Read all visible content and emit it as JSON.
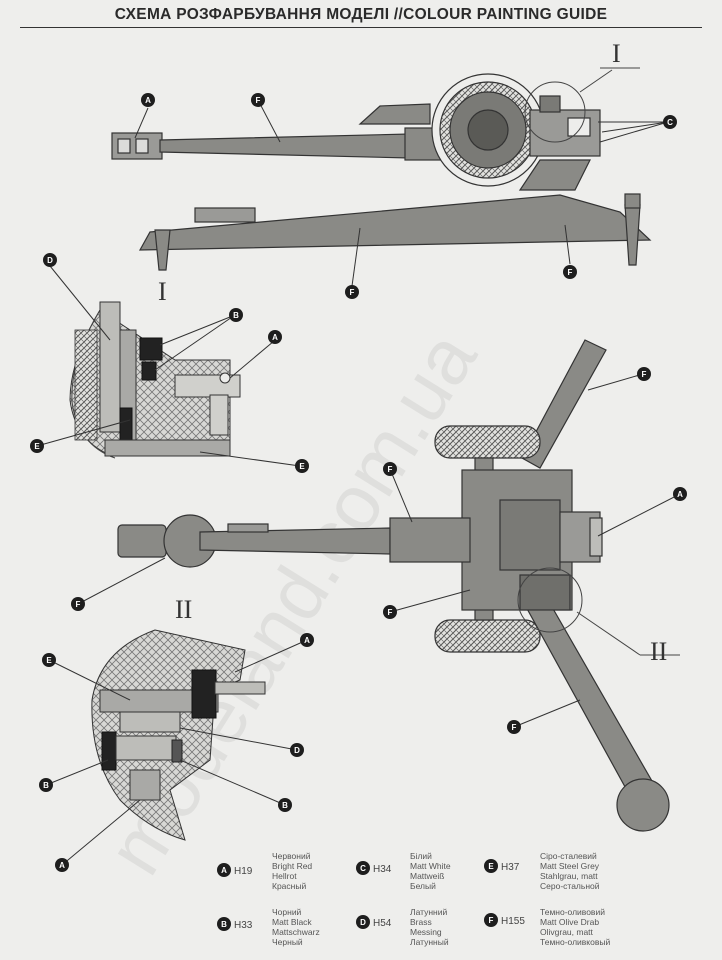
{
  "title": "СХЕМА РОЗФАРБУВАННЯ МОДЕЛІ //COLOUR PAINTING GUIDE",
  "watermark": "modeland.com.ua",
  "detail_labels": {
    "one": "I",
    "two": "II"
  },
  "callout_letters": {
    "a": "A",
    "b": "B",
    "c": "C",
    "d": "D",
    "e": "E",
    "f": "F"
  },
  "legend": [
    {
      "letter": "A",
      "code": "H19",
      "names": [
        "Червоний",
        "Bright Red",
        "Hellrot",
        "Красный"
      ]
    },
    {
      "letter": "B",
      "code": "H33",
      "names": [
        "Чорний",
        "Matt Black",
        "Mattschwarz",
        "Черный"
      ]
    },
    {
      "letter": "C",
      "code": "H34",
      "names": [
        "Білий",
        "Matt White",
        "Mattweiß",
        "Белый"
      ]
    },
    {
      "letter": "D",
      "code": "H54",
      "names": [
        "Латунний",
        "Brass",
        "Messing",
        "Латунный"
      ]
    },
    {
      "letter": "E",
      "code": "H37",
      "names": [
        "Сіро-сталевий",
        "Matt Steel Grey",
        "Stahlgrau, matt",
        "Серо-стальной"
      ]
    },
    {
      "letter": "F",
      "code": "H155",
      "names": [
        "Темно-оливовий",
        "Matt Olive Drab",
        "Olivgrau, matt",
        "Темно-оливковый"
      ]
    }
  ],
  "colors": {
    "olive": "#8a8a86",
    "steel": "#a9a9a6",
    "line": "#333333",
    "paper": "#eeeeec"
  }
}
